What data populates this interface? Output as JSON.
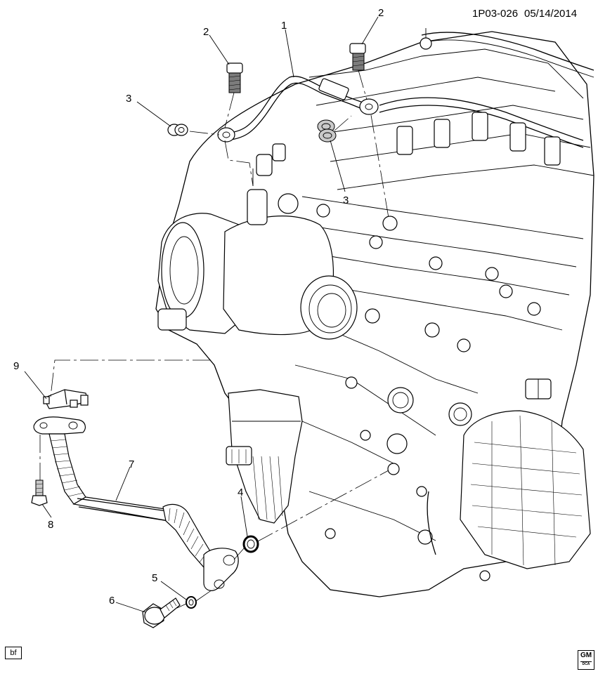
{
  "header": {
    "drawing_id": "1P03-026",
    "date": "05/14/2014"
  },
  "callouts": [
    {
      "number": "1"
    },
    {
      "number": "2"
    },
    {
      "number": "2"
    },
    {
      "number": "3"
    },
    {
      "number": "3"
    },
    {
      "number": "4"
    },
    {
      "number": "5"
    },
    {
      "number": "6"
    },
    {
      "number": "7"
    },
    {
      "number": "8"
    },
    {
      "number": "9"
    }
  ],
  "footer": {
    "code_box": "bf",
    "logo_text": "GM",
    "logo_subtext": "DCA"
  }
}
